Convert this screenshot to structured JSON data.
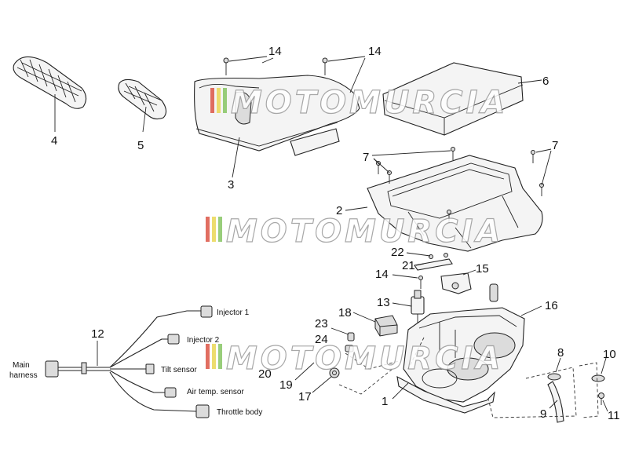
{
  "part_numbers": [
    "1",
    "2",
    "3",
    "4",
    "5",
    "6",
    "7",
    "7",
    "8",
    "9",
    "10",
    "11",
    "12",
    "13",
    "14",
    "14",
    "14",
    "15",
    "16",
    "17",
    "18",
    "19",
    "20",
    "21",
    "22",
    "23",
    "24"
  ],
  "harness_labels": {
    "main_harness_line1": "Main",
    "main_harness_line2": "harness",
    "injector_1": "Injector 1",
    "injector_2": "Injector 2",
    "tilt_sensor": "Tilt sensor",
    "air_temp_sensor": "Air temp. sensor",
    "throttle_body": "Throttle body"
  },
  "watermark": "MOTOMURCIA",
  "colors": {
    "watermark_red": "#d94a3a",
    "watermark_yellow": "#e8d44a",
    "watermark_green": "#7fc25a",
    "watermark_gray": "#9a9a9a"
  }
}
